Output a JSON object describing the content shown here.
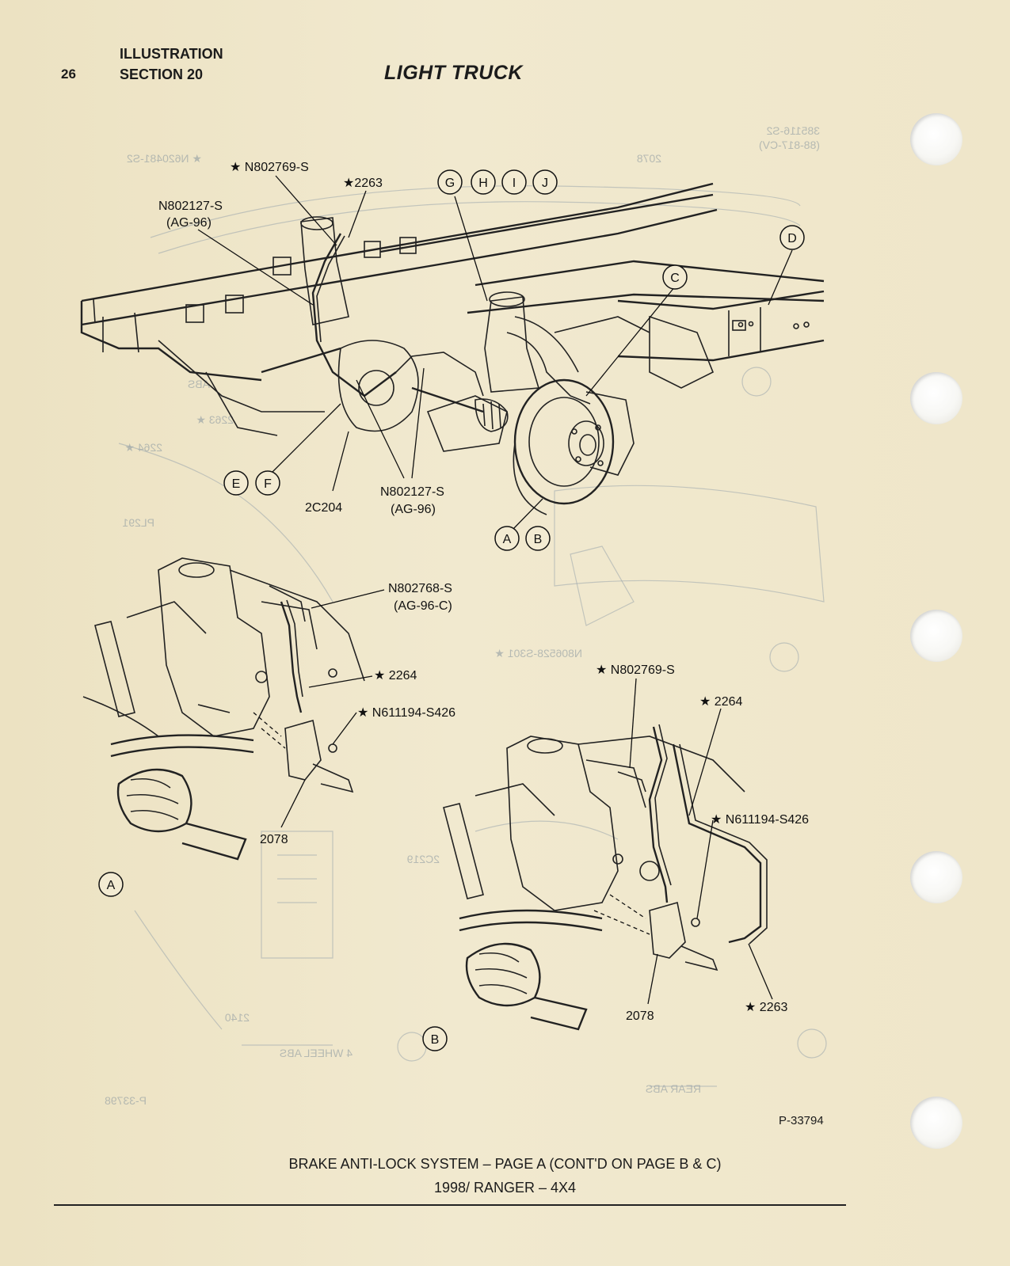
{
  "header": {
    "page_number": "26",
    "section_line1": "ILLUSTRATION",
    "section_line2": "SECTION 20",
    "title": "LIGHT TRUCK"
  },
  "main_view": {
    "callouts": {
      "n802769s": "★ N802769-S",
      "p2263": "★2263",
      "n802127s_top_1": "N802127-S",
      "n802127s_top_2": "(AG-96)",
      "n802127s_bot_1": "N802127-S",
      "n802127s_bot_2": "(AG-96)",
      "p2c204": "2C204"
    },
    "circle_letters": {
      "g": "G",
      "h": "H",
      "i": "I",
      "j": "J",
      "d": "D",
      "c": "C",
      "e": "E",
      "f": "F",
      "a": "A",
      "b": "B"
    }
  },
  "detail_a": {
    "view_letter": "A",
    "callouts": {
      "n802768s_1": "N802768-S",
      "n802768s_2": "(AG-96-C)",
      "p2264": "★ 2264",
      "n611194": "★ N611194-S426",
      "p2078": "2078"
    }
  },
  "detail_b": {
    "view_letter": "B",
    "callouts": {
      "n802769s": "★ N802769-S",
      "p2264": "★ 2264",
      "n611194": "★ N611194-S426",
      "p2078": "2078",
      "p2263": "★ 2263"
    }
  },
  "reference_number": "P-33794",
  "footer": {
    "caption_line1": "BRAKE ANTI-LOCK SYSTEM – PAGE A (CONT'D ON PAGE B & C)",
    "caption_line2": "1998/ RANGER – 4X4"
  },
  "bleed_through": {
    "t1": "★ N620481-S2",
    "t2": "2078",
    "t3": "385116-S2",
    "t4": "(88-817-CV)",
    "t5": "ABS",
    "t6": "2263 ★",
    "t7": "2264 ★",
    "t8": "PL291",
    "t9": "N806528-S301 ★",
    "t10": "4 WHEEL ABS",
    "t11": "REAR ABS",
    "t12": "2140",
    "t13": "2C219",
    "t14": "P-33798"
  }
}
